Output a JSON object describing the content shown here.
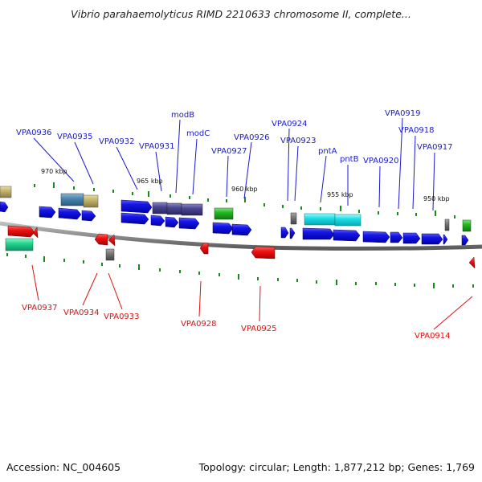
{
  "title": "Vibrio parahaemolyticus RIMD 2210633 chromosome II, complete...",
  "footer": {
    "accession": "Accession: NC_004605",
    "summary": "Topology: circular; Length: 1,877,212 bp; Genes: 1,769"
  },
  "colors": {
    "forward_gene": "#1010e0",
    "reverse_gene": "#ee1111",
    "label_top": "#1a1acc",
    "label_bottom": "#dd1111",
    "backbone": "#8c8c8c",
    "tick": "#1a8a1a"
  },
  "kbp_labels": [
    {
      "text": "970 kbp"
    },
    {
      "text": "965 kbp"
    },
    {
      "text": "960 kbp"
    },
    {
      "text": "955 kbp"
    },
    {
      "text": "950 kbp"
    }
  ],
  "top_labels": [
    {
      "text": "VPA0936"
    },
    {
      "text": "VPA0935"
    },
    {
      "text": "VPA0932"
    },
    {
      "text": "VPA0931"
    },
    {
      "text": "modB"
    },
    {
      "text": "modC"
    },
    {
      "text": "VPA0927"
    },
    {
      "text": "VPA0926"
    },
    {
      "text": "VPA0924"
    },
    {
      "text": "VPA0923"
    },
    {
      "text": "pntA"
    },
    {
      "text": "pntB"
    },
    {
      "text": "VPA0920"
    },
    {
      "text": "VPA0919"
    },
    {
      "text": "VPA0918"
    },
    {
      "text": "VPA0917"
    }
  ],
  "bottom_labels": [
    {
      "text": "VPA0937"
    },
    {
      "text": "VPA0934"
    },
    {
      "text": "VPA0933"
    },
    {
      "text": "VPA0928"
    },
    {
      "text": "VPA0925"
    },
    {
      "text": "VPA0914"
    }
  ]
}
